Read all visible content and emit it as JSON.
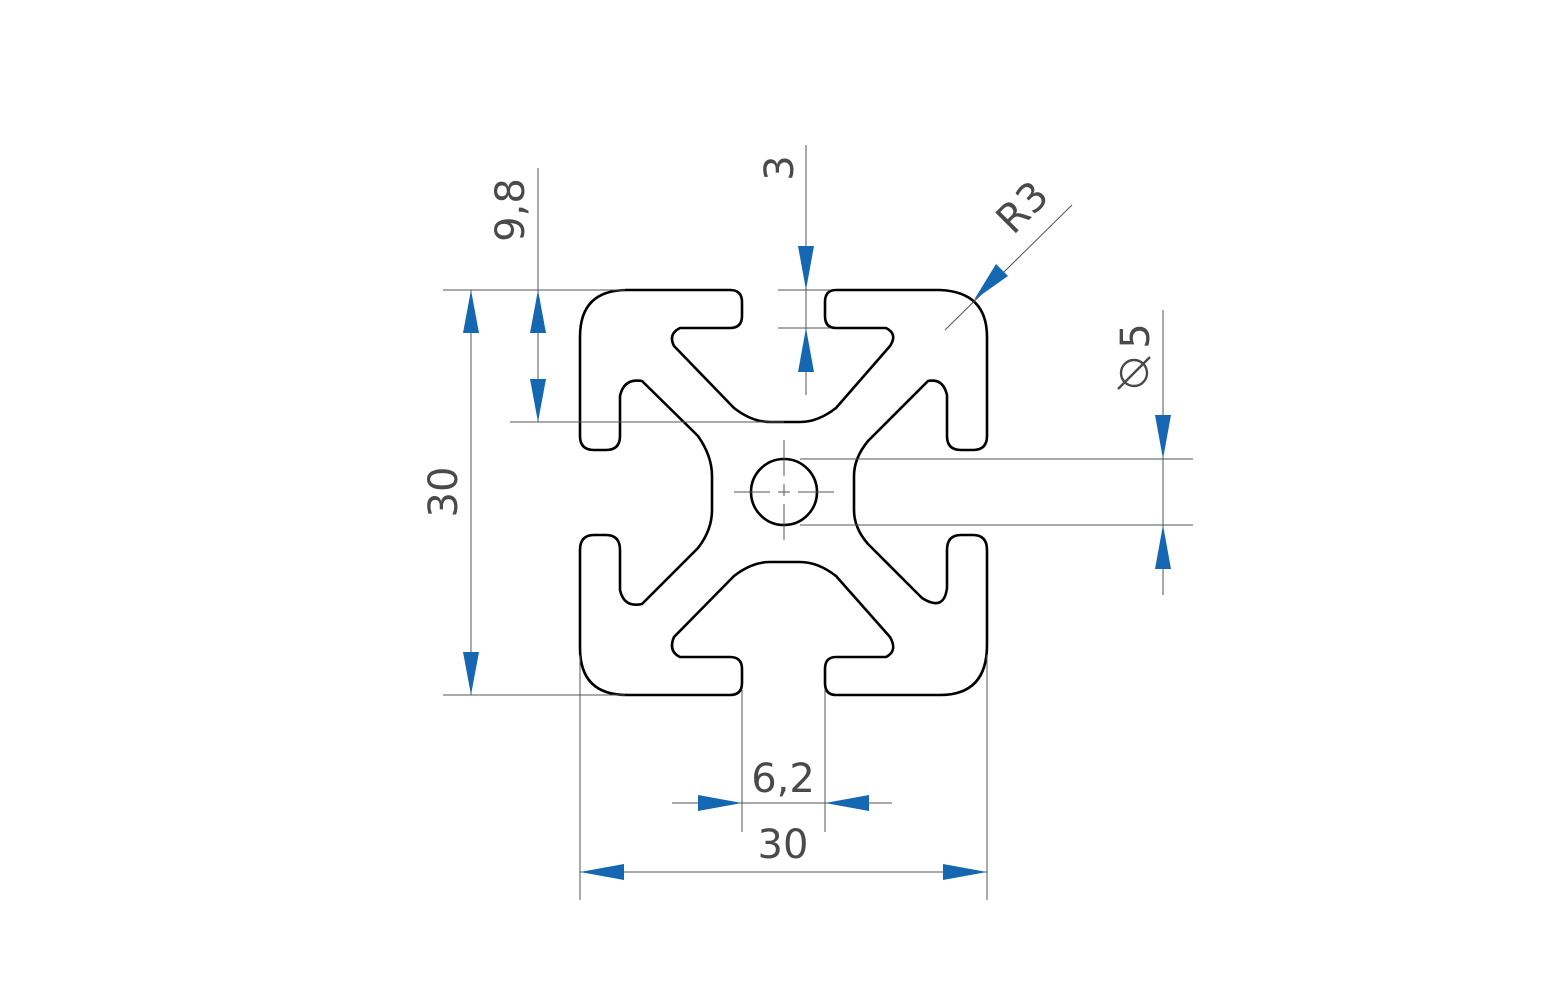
{
  "drawing": {
    "arrow_color": "#1467b0",
    "line_color": "#555555",
    "outline_color": "#000000",
    "dimensions": {
      "width": "30",
      "height": "30",
      "slot_width": "6,2",
      "slot_depth": "9,8",
      "wall_thickness": "3",
      "corner_radius": "R3",
      "bore_diameter": "5"
    }
  }
}
